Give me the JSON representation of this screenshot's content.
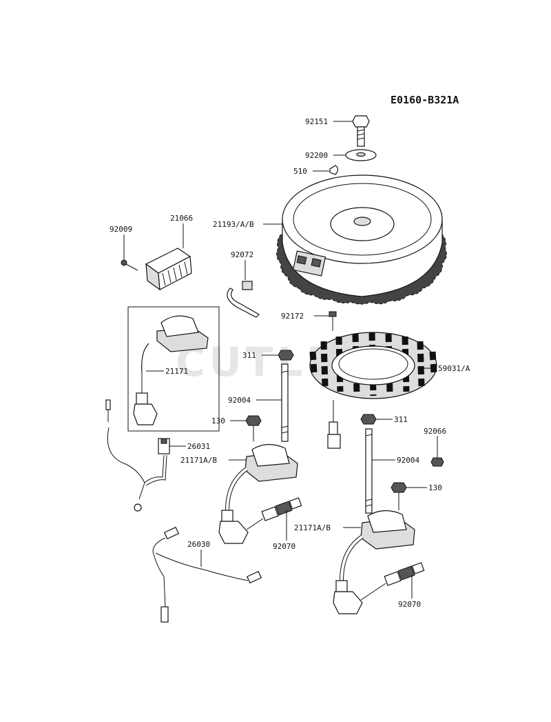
{
  "diagram_code": "E0160-B321A",
  "watermark": "CUTLERS",
  "part_labels": [
    "92151",
    "92200",
    "510",
    "21193/A/B",
    "21066",
    "92009",
    "92072",
    "92172",
    "311",
    "59031/A",
    "21171",
    "92004",
    "130",
    "311",
    "92066",
    "26031",
    "21171A/B",
    "92004",
    "130",
    "92070",
    "21171A/B",
    "26030",
    "92070"
  ]
}
